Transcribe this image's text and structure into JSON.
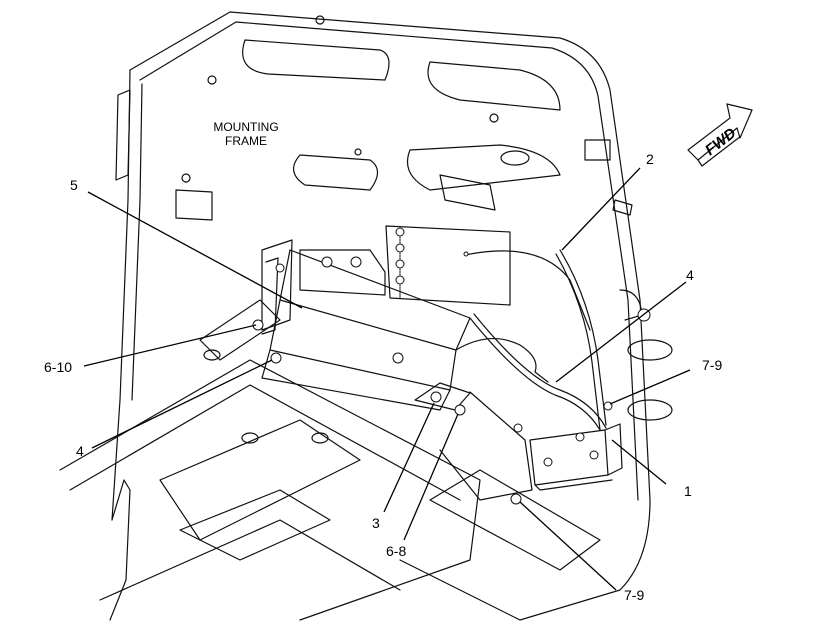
{
  "frame_label": {
    "line1": "MOUNTING",
    "line2": "FRAME"
  },
  "direction_arrow": {
    "text": "FWD"
  },
  "callouts": [
    {
      "id": "c1",
      "text": "1"
    },
    {
      "id": "c2",
      "text": "2"
    },
    {
      "id": "c3",
      "text": "3"
    },
    {
      "id": "c4a",
      "text": "4"
    },
    {
      "id": "c4b",
      "text": "4"
    },
    {
      "id": "c5",
      "text": "5"
    },
    {
      "id": "c6-8",
      "text": "6-8"
    },
    {
      "id": "c6-10",
      "text": "6-10"
    },
    {
      "id": "c7-9a",
      "text": "7-9"
    },
    {
      "id": "c7-9b",
      "text": "7-9"
    }
  ]
}
